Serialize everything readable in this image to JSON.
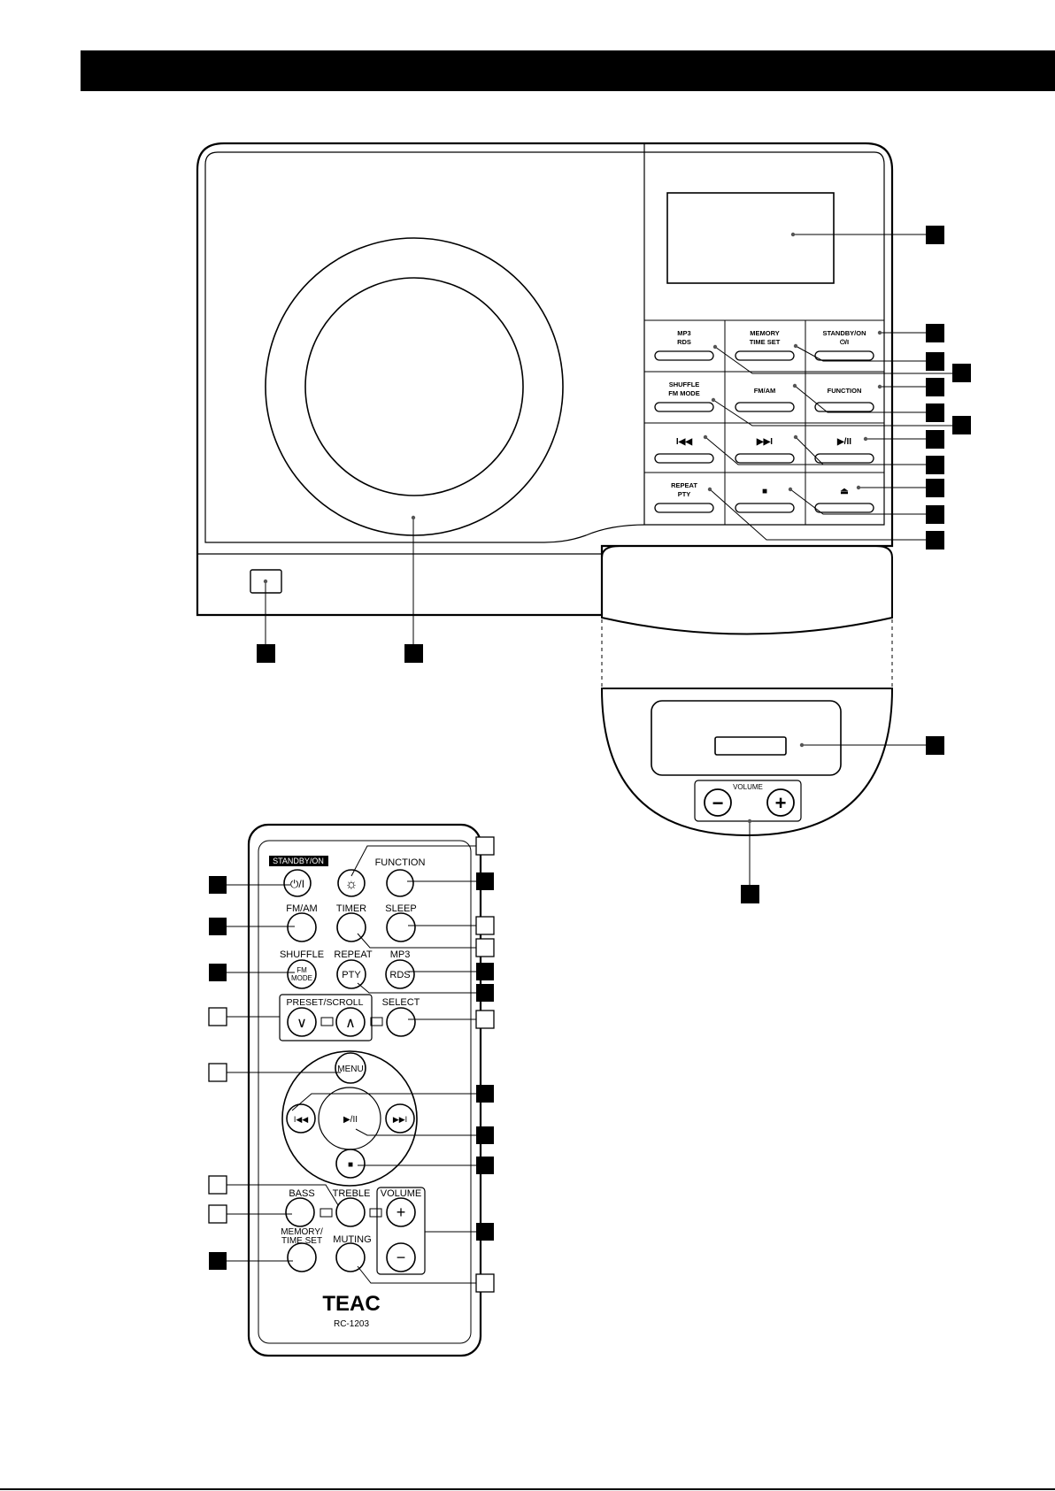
{
  "unit_panel": {
    "buttons": [
      {
        "key": "mp3-rds",
        "lines": [
          "MP3",
          "RDS"
        ]
      },
      {
        "key": "memory-time-set",
        "lines": [
          "MEMORY",
          "TIME SET"
        ]
      },
      {
        "key": "standby-on",
        "lines": [
          "STANDBY/ON",
          "⏻/I"
        ]
      },
      {
        "key": "shuffle-fm-mode",
        "lines": [
          "SHUFFLE",
          "FM MODE"
        ]
      },
      {
        "key": "fm-am",
        "lines": [
          "FM/AM"
        ]
      },
      {
        "key": "function",
        "lines": [
          "FUNCTION"
        ]
      },
      {
        "key": "skip-back",
        "lines": [
          "I◀◀"
        ]
      },
      {
        "key": "skip-forward",
        "lines": [
          "▶▶I"
        ]
      },
      {
        "key": "play-pause",
        "lines": [
          "▶/II"
        ]
      },
      {
        "key": "repeat-pty",
        "lines": [
          "REPEAT",
          "PTY"
        ]
      },
      {
        "key": "stop",
        "lines": [
          "■"
        ]
      },
      {
        "key": "eject",
        "lines": [
          "⏏"
        ]
      }
    ],
    "volume_label": "VOLUME",
    "volume_minus": "−",
    "volume_plus": "+"
  },
  "remote": {
    "standby_label": "STANDBY/ON",
    "standby_symbol": "⏻/I",
    "dimmer_symbol": "☼",
    "function": "FUNCTION",
    "fm_am": "FM/AM",
    "timer": "TIMER",
    "sleep": "SLEEP",
    "shuffle": "SHUFFLE",
    "repeat": "REPEAT",
    "mp3": "MP3",
    "fm_mode_1": "FM",
    "fm_mode_2": "MODE",
    "pty": "PTY",
    "rds": "RDS",
    "preset_scroll": "PRESET/SCROLL",
    "select": "SELECT",
    "down_symbol": "∨",
    "up_symbol": "∧",
    "menu": "MENU",
    "skip_back": "I◀◀",
    "skip_forward": "▶▶I",
    "play_pause": "▶/II",
    "stop": "■",
    "bass": "BASS",
    "treble": "TREBLE",
    "volume": "VOLUME",
    "vol_plus": "+",
    "vol_minus": "−",
    "memory_1": "MEMORY/",
    "memory_2": "TIME SET",
    "muting": "MUTING",
    "brand": "TEAC",
    "model": "RC-1203"
  }
}
